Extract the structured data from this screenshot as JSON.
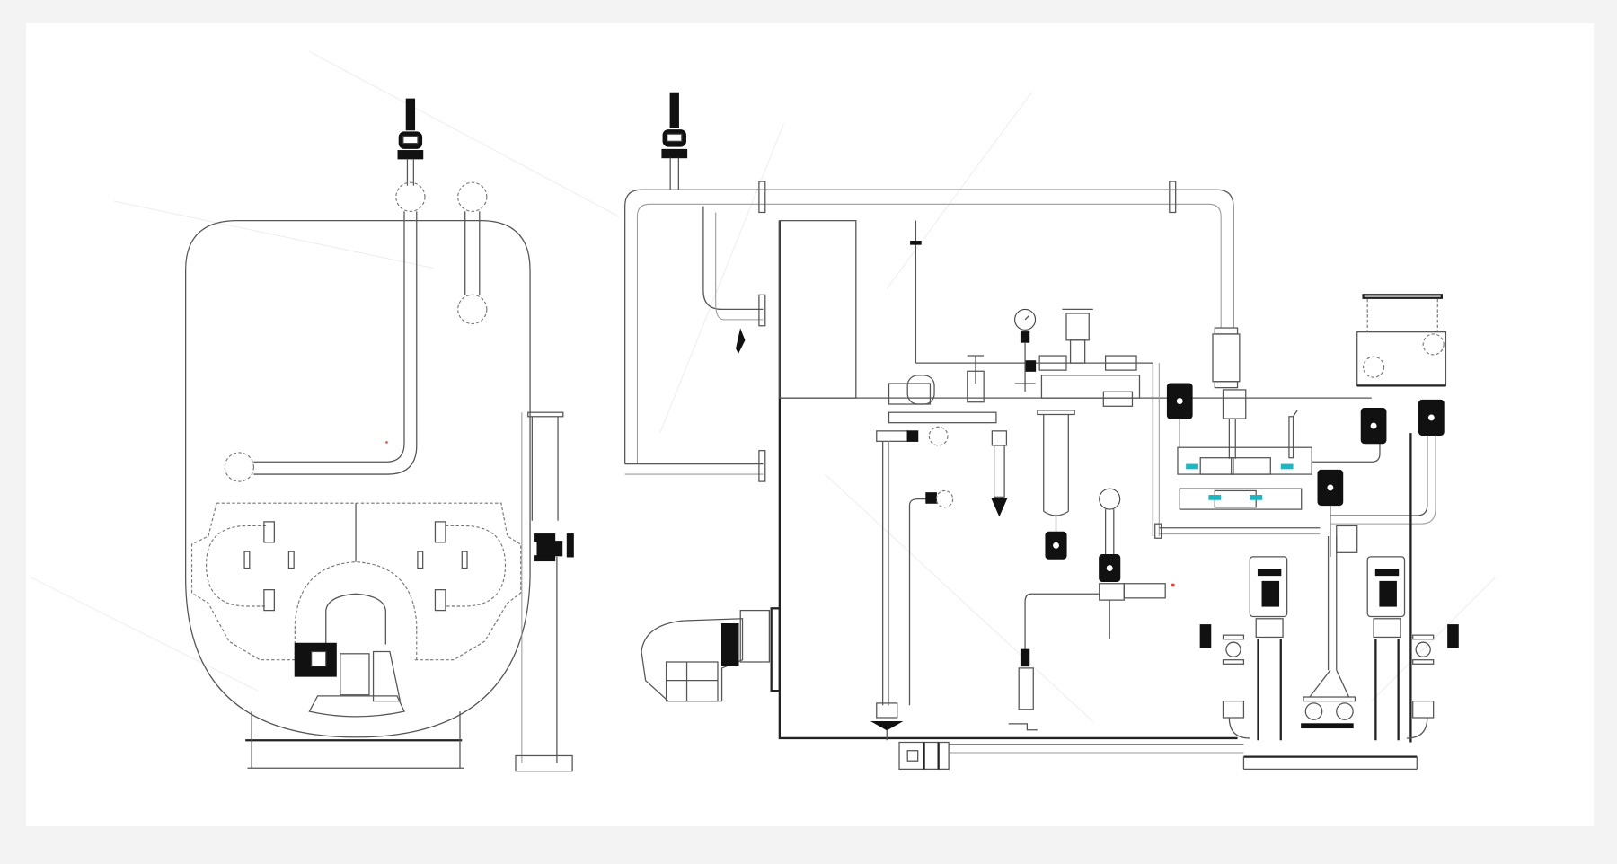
{
  "figure": {
    "title": "",
    "type": "boiler-system-technical-drawing",
    "views": [
      {
        "id": "front-view",
        "label": ""
      },
      {
        "id": "side-view",
        "label": ""
      }
    ]
  },
  "colors": {
    "page_background": "#f3f3f3",
    "panel_background": "#ffffff",
    "line": "#555555",
    "heavy_line": "#111111",
    "accent_cyan": "#1bb7c4",
    "accent_red": "#e0403a"
  },
  "components": {
    "front_view": [
      "boiler-shell",
      "safety-valve",
      "steam-outlet-flange",
      "steam-pipe",
      "burner-front-plate",
      "burner",
      "level-gauge-column",
      "drain-valve",
      "base-frame"
    ],
    "side_view": [
      "safety-valve",
      "steam-header-pipe",
      "boiler-body",
      "control-cabinet",
      "burner",
      "pressure-gauge",
      "steam-valve-manifold",
      "feed-water-manifold",
      "check-valves",
      "feed-water-tank",
      "feed-pumps",
      "base-frame"
    ]
  }
}
